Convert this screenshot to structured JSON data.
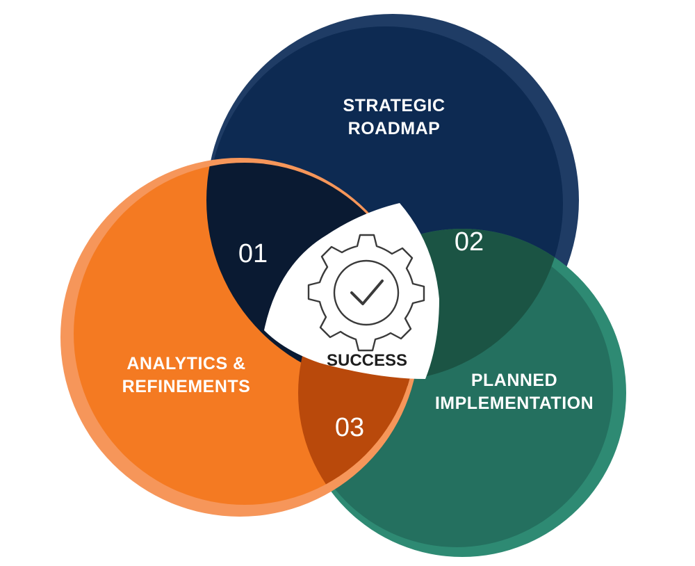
{
  "diagram": {
    "colors": {
      "navy": "#0d2a52",
      "navy_ring": "#1f3c65",
      "navy_dark_wedge": "#0a1a32",
      "green": "#24705f",
      "green_ring": "#2e8a73",
      "green_dark_wedge": "#1b5444",
      "orange": "#f47a22",
      "orange_ring": "#f6965a",
      "orange_dark_wedge": "#b9490b",
      "center": "#ffffff",
      "gear_stroke": "#3a3a3a"
    },
    "circles": [
      {
        "id": "strategic-roadmap",
        "label_line1": "STRATEGIC",
        "label_line2": "ROADMAP",
        "number": "01",
        "color_key": "navy"
      },
      {
        "id": "planned-implementation",
        "label_line1": "PLANNED",
        "label_line2": "IMPLEMENTATION",
        "number": "02",
        "color_key": "green"
      },
      {
        "id": "analytics-refinements",
        "label_line1": "ANALYTICS &",
        "label_line2": "REFINEMENTS",
        "number": "03",
        "color_key": "orange"
      }
    ],
    "center": {
      "label": "SUCCESS",
      "icon": "gear-check-icon"
    }
  }
}
